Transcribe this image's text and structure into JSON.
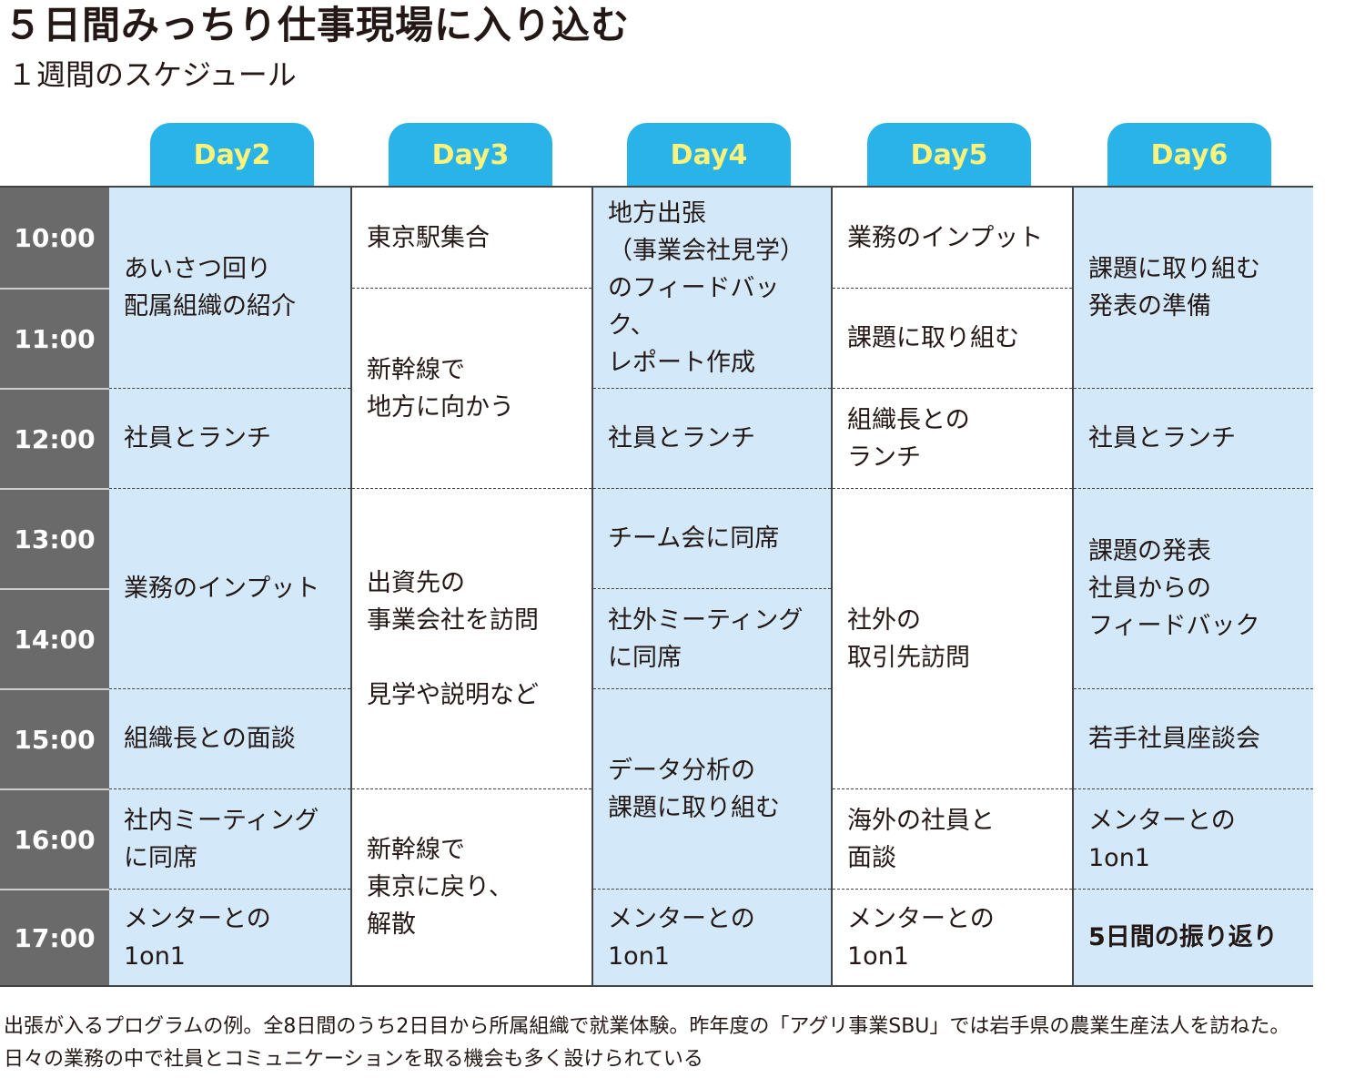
{
  "title": "５日間みっちり仕事現場に入り込む",
  "subtitle": "１週間のスケジュール",
  "colors": {
    "tab_bg": "#29b3e8",
    "tab_text": "#fdf27a",
    "time_bg": "#6a6a6a",
    "cell_blue": "#d3e9f9"
  },
  "days": [
    "Day2",
    "Day3",
    "Day4",
    "Day5",
    "Day6"
  ],
  "times": [
    "10:00",
    "11:00",
    "12:00",
    "13:00",
    "14:00",
    "15:00",
    "16:00",
    "17:00"
  ],
  "schedule": {
    "day2": [
      {
        "text": "あいさつ回り\n配属組織の紹介"
      },
      {
        "text": "社員とランチ"
      },
      {
        "text": "業務のインプット"
      },
      {
        "text": "組織長との面談"
      },
      {
        "text": "社内ミーティング\nに同席"
      },
      {
        "text": "メンターとの\n1on1"
      }
    ],
    "day3": [
      {
        "text": "東京駅集合"
      },
      {
        "text": "新幹線で\n地方に向かう"
      },
      {
        "text": "出資先の\n事業会社を訪問\n\n見学や説明など"
      },
      {
        "text": "新幹線で\n東京に戻り、\n解散"
      }
    ],
    "day4": [
      {
        "text": "地方出張\n（事業会社見学）\nのフィードバック、\nレポート作成"
      },
      {
        "text": "社員とランチ"
      },
      {
        "text": "チーム会に同席"
      },
      {
        "text": "社外ミーティング\nに同席"
      },
      {
        "text": "データ分析の\n課題に取り組む"
      },
      {
        "text": "メンターとの\n1on1"
      }
    ],
    "day5": [
      {
        "text": "業務のインプット"
      },
      {
        "text": "課題に取り組む"
      },
      {
        "text": "組織長との\nランチ"
      },
      {
        "text": "社外の\n取引先訪問"
      },
      {
        "text": "海外の社員と\n面談"
      },
      {
        "text": "メンターとの\n1on1"
      }
    ],
    "day6": [
      {
        "text": "課題に取り組む\n発表の準備"
      },
      {
        "text": "社員とランチ"
      },
      {
        "text": "課題の発表\n社員からの\nフィードバック"
      },
      {
        "text": "若手社員座談会"
      },
      {
        "text": "メンターとの\n1on1"
      },
      {
        "text": "5日間の振り返り"
      }
    ]
  },
  "caption": "出張が入るプログラムの例。全8日間のうち2日目から所属組織で就業体験。昨年度の「アグリ事業SBU」では岩手県の農業生産法人を訪ねた。日々の業務の中で社員とコミュニケーションを取る機会も多く設けられている"
}
